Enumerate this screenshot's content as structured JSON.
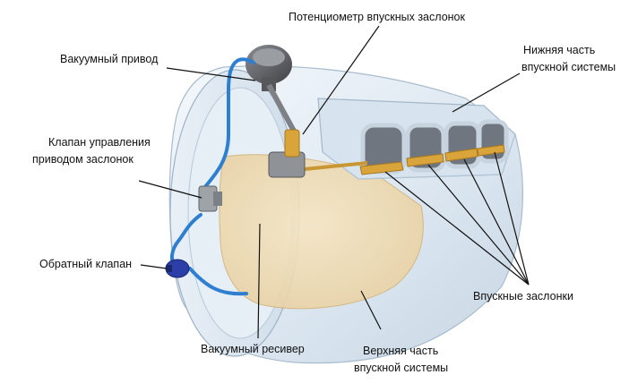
{
  "labels": {
    "throttle_pot": "Потенциометр впускных заслонок",
    "vacuum_actuator": "Вакуумный привод",
    "lower_intake_line1": "Нижняя часть",
    "lower_intake_line2": "впускной системы",
    "control_valve_line1": "Клапан управления",
    "control_valve_line2": "приводом заслонок",
    "check_valve": "Обратный клапан",
    "intake_flaps": "Впускные заслонки",
    "vacuum_reservoir": "Вакуумный ресивер",
    "upper_intake_line1": "Верхняя часть",
    "upper_intake_line2": "впускной системы"
  },
  "colors": {
    "housing": "#dfe9f2",
    "housing_edge": "#a9bccd",
    "reservoir": "#f1dfb7",
    "hose": "#2f7fd0",
    "flap": "#d9a53a",
    "actuator": "#5a5c60",
    "check_valve": "#2c3fa8"
  }
}
